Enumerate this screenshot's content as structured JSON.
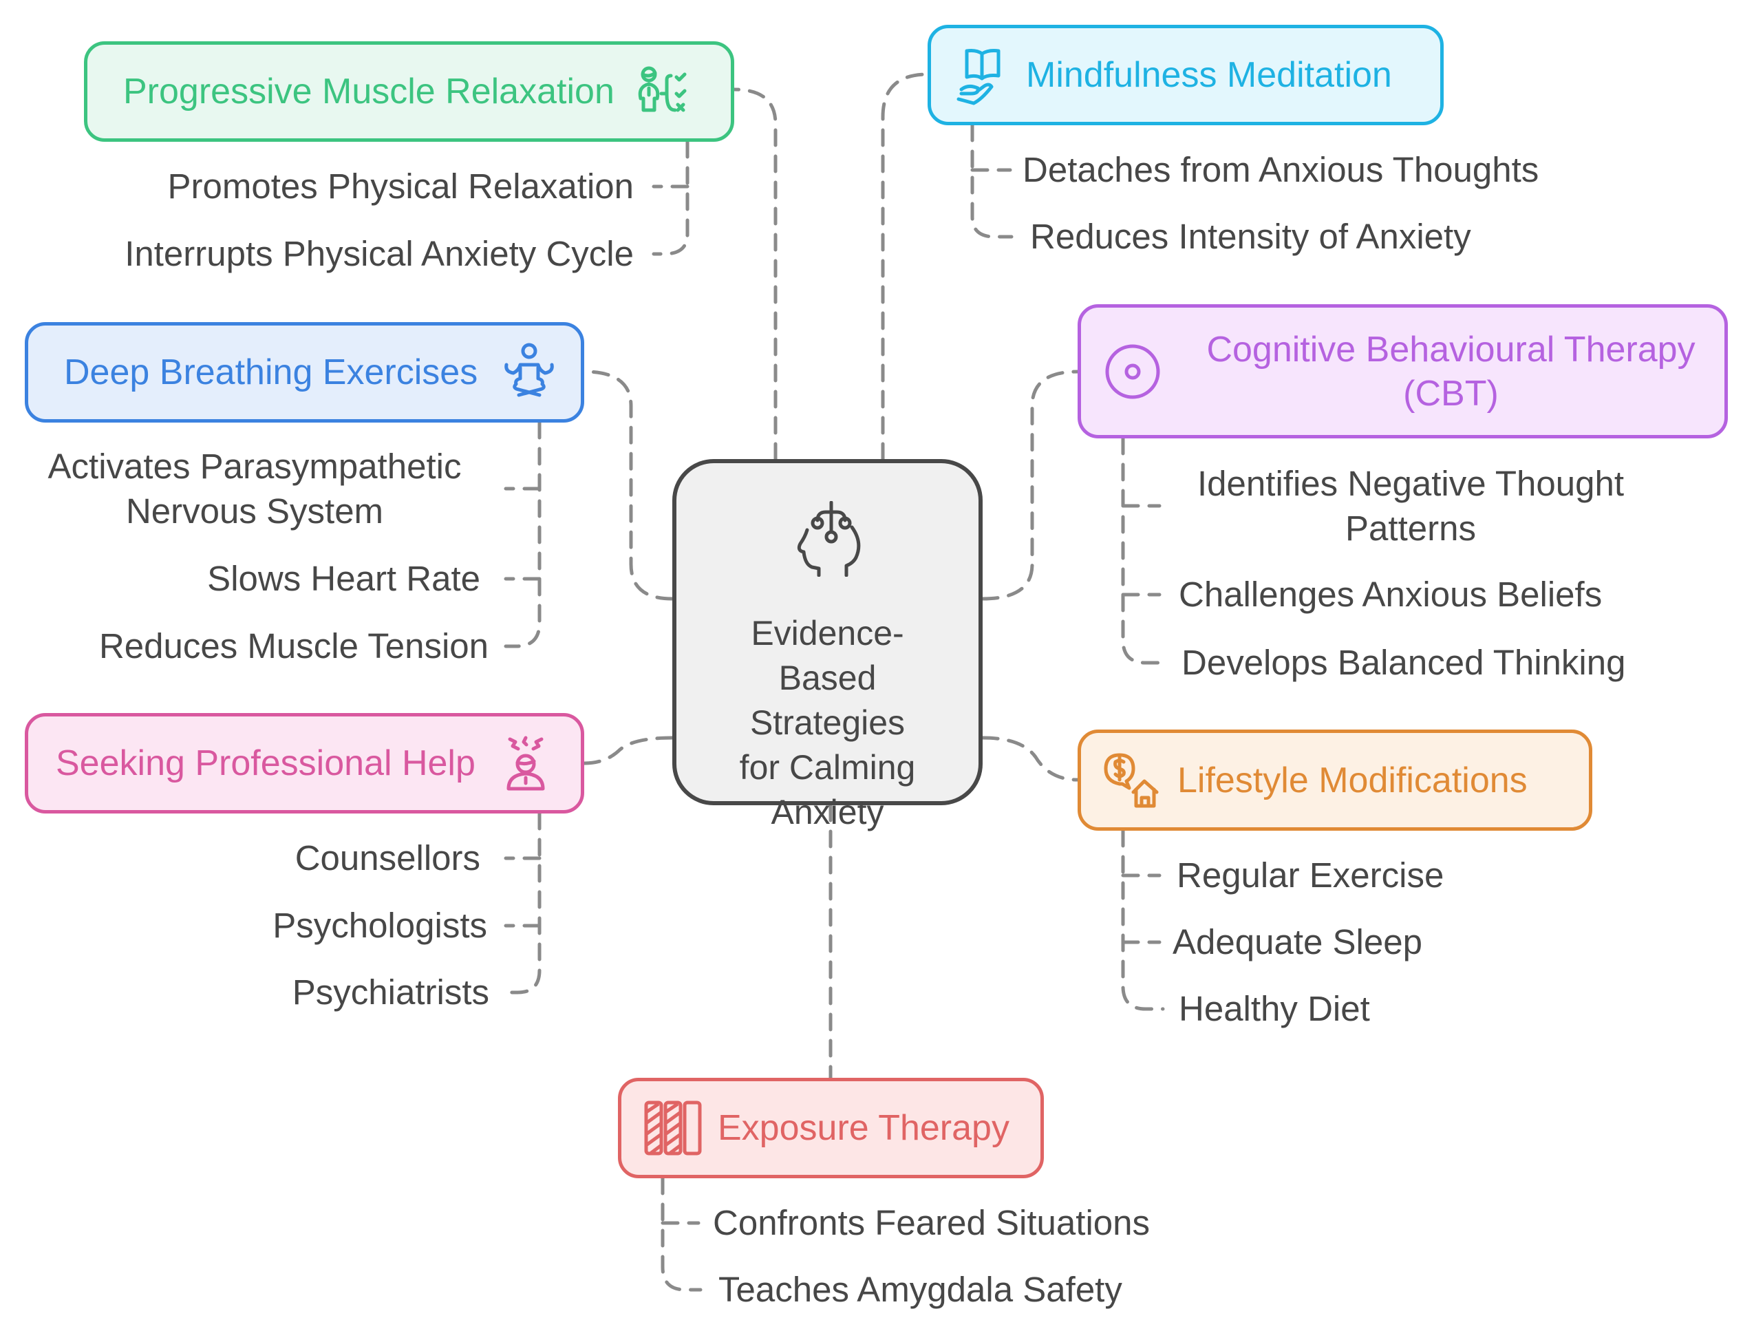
{
  "center": {
    "title_lines": [
      "Evidence-",
      "Based",
      "Strategies",
      "for Calming",
      "Anxiety"
    ],
    "icon": "head-brain-circuit-icon"
  },
  "branches": [
    {
      "id": "pmr",
      "title": "Progressive Muscle Relaxation",
      "icon": "person-checklist-icon",
      "color": "#3cc480",
      "fill": "#e8f8f0",
      "items": [
        "Promotes Physical Relaxation",
        "Interrupts Physical Anxiety Cycle"
      ]
    },
    {
      "id": "mindfulness",
      "title": "Mindfulness Meditation",
      "icon": "book-hand-icon",
      "color": "#1eb2e3",
      "fill": "#e3f7fd",
      "items": [
        "Detaches from Anxious Thoughts",
        "Reduces Intensity of Anxiety"
      ]
    },
    {
      "id": "breathing",
      "title": "Deep Breathing Exercises",
      "icon": "meditation-pose-icon",
      "color": "#3b82e0",
      "fill": "#e4eefc",
      "items": [
        "Activates Parasympathetic Nervous System",
        "Slows Heart Rate",
        "Reduces Muscle Tension"
      ]
    },
    {
      "id": "cbt",
      "title_lines": [
        "Cognitive Behavioural Therapy",
        "(CBT)"
      ],
      "icon": "target-circle-icon",
      "color": "#b562e0",
      "fill": "#f7e5fd",
      "items": [
        "Identifies Negative Thought Patterns",
        "Challenges Anxious Beliefs",
        "Develops Balanced Thinking"
      ]
    },
    {
      "id": "professional",
      "title": "Seeking Professional Help",
      "icon": "stressed-person-icon",
      "color": "#d9589f",
      "fill": "#fce6f3",
      "items": [
        "Counsellors",
        "Psychologists",
        "Psychiatrists"
      ]
    },
    {
      "id": "lifestyle",
      "title": "Lifestyle Modifications",
      "icon": "money-home-icon",
      "color": "#e08a35",
      "fill": "#fdf1e4",
      "items": [
        "Regular Exercise",
        "Adequate Sleep",
        "Healthy Diet"
      ]
    },
    {
      "id": "exposure",
      "title": "Exposure Therapy",
      "icon": "progress-bars-icon",
      "color": "#e06464",
      "fill": "#fde6e6",
      "items": [
        "Confronts Feared Situations",
        "Teaches Amygdala Safety"
      ]
    }
  ],
  "text_lines": {
    "breathing_item0": [
      "Activates Parasympathetic",
      "Nervous System"
    ],
    "cbt_item0": [
      "Identifies Negative Thought",
      "Patterns"
    ]
  },
  "colors": {
    "connector": "#8a8a8a",
    "subtext": "#474747",
    "center_border": "#484848",
    "center_fill": "#f0f0f0"
  }
}
